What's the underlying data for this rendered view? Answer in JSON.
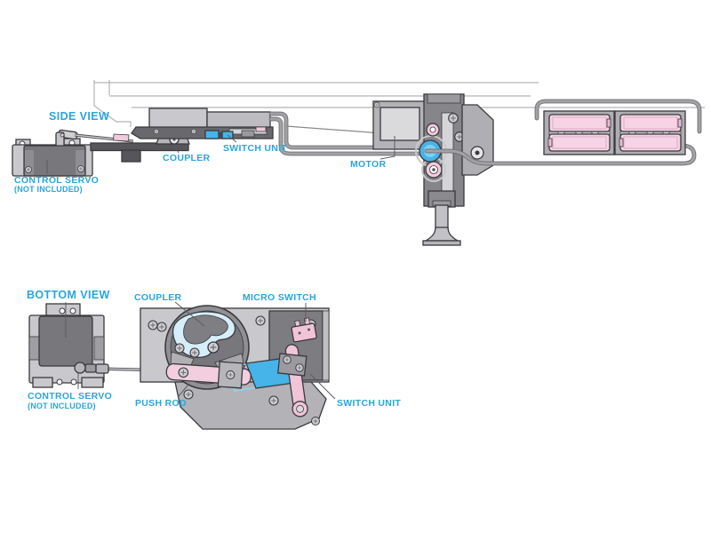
{
  "colors": {
    "label_blue": "#2aa5de",
    "leader_gray": "#5a5d60",
    "outline": "#3a3a3e",
    "dark_gray": "#77777c",
    "mid_gray": "#a9a9ae",
    "light_gray": "#c9c9cd",
    "wire_gray": "#a2a2a6",
    "pink_part": "#f2c9dc",
    "blue_part": "#46b4e8",
    "coupler_highlight": "#d6eef9",
    "chassis_line": "#b3b3b6",
    "background": "#ffffff"
  },
  "side_view": {
    "title": "SIDE VIEW",
    "labels": {
      "control_servo": "CONTROL SERVO",
      "control_servo_note": "(NOT INCLUDED)",
      "coupler": "COUPLER",
      "switch_unit": "SWITCH UNIT",
      "motor": "MOTOR"
    }
  },
  "bottom_view": {
    "title": "BOTTOM VIEW",
    "labels": {
      "control_servo": "CONTROL SERVO",
      "control_servo_note": "(NOT INCLUDED)",
      "coupler": "COUPLER",
      "micro_switch": "MICRO SWITCH",
      "push_rod": "PUSH ROD",
      "switch_unit": "SWITCH UNIT"
    }
  }
}
